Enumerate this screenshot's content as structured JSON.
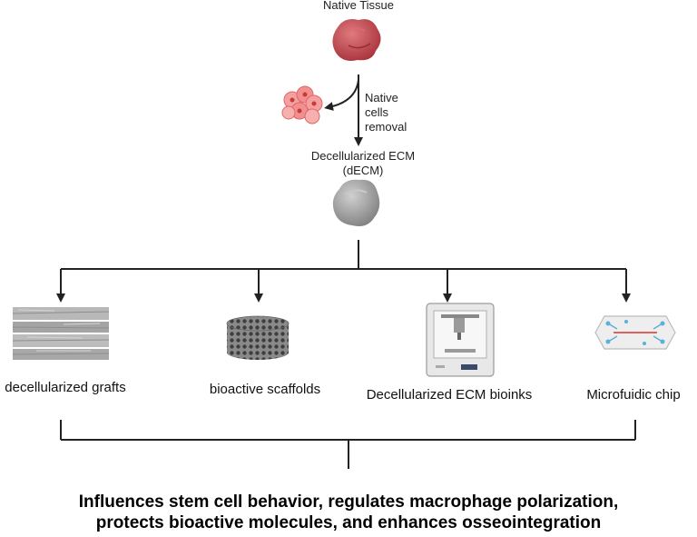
{
  "nodes": {
    "native_tissue": "Native Tissue",
    "removal_step": [
      "Native",
      "cells",
      "removal"
    ],
    "decm_line1": "Decellularized ECM",
    "decm_line2": "(dECM)"
  },
  "outputs": [
    {
      "label": "decellularized grafts",
      "icon": "tissue-layers-icon"
    },
    {
      "label": "bioactive scaffolds",
      "icon": "porous-scaffold-icon"
    },
    {
      "label": "Decellularized ECM  bioinks",
      "icon": "bioprinter-icon"
    },
    {
      "label": "Microfuidic chip",
      "icon": "microfluidic-chip-icon"
    }
  ],
  "summary": [
    "Influences stem cell behavior, regulates macrophage polarization,",
    "protects bioactive molecules, and enhances osseointegration"
  ],
  "colors": {
    "tissue": "#c8484f",
    "cells": "#f08080",
    "decm": "#a0a0a0",
    "line": "#222222"
  }
}
